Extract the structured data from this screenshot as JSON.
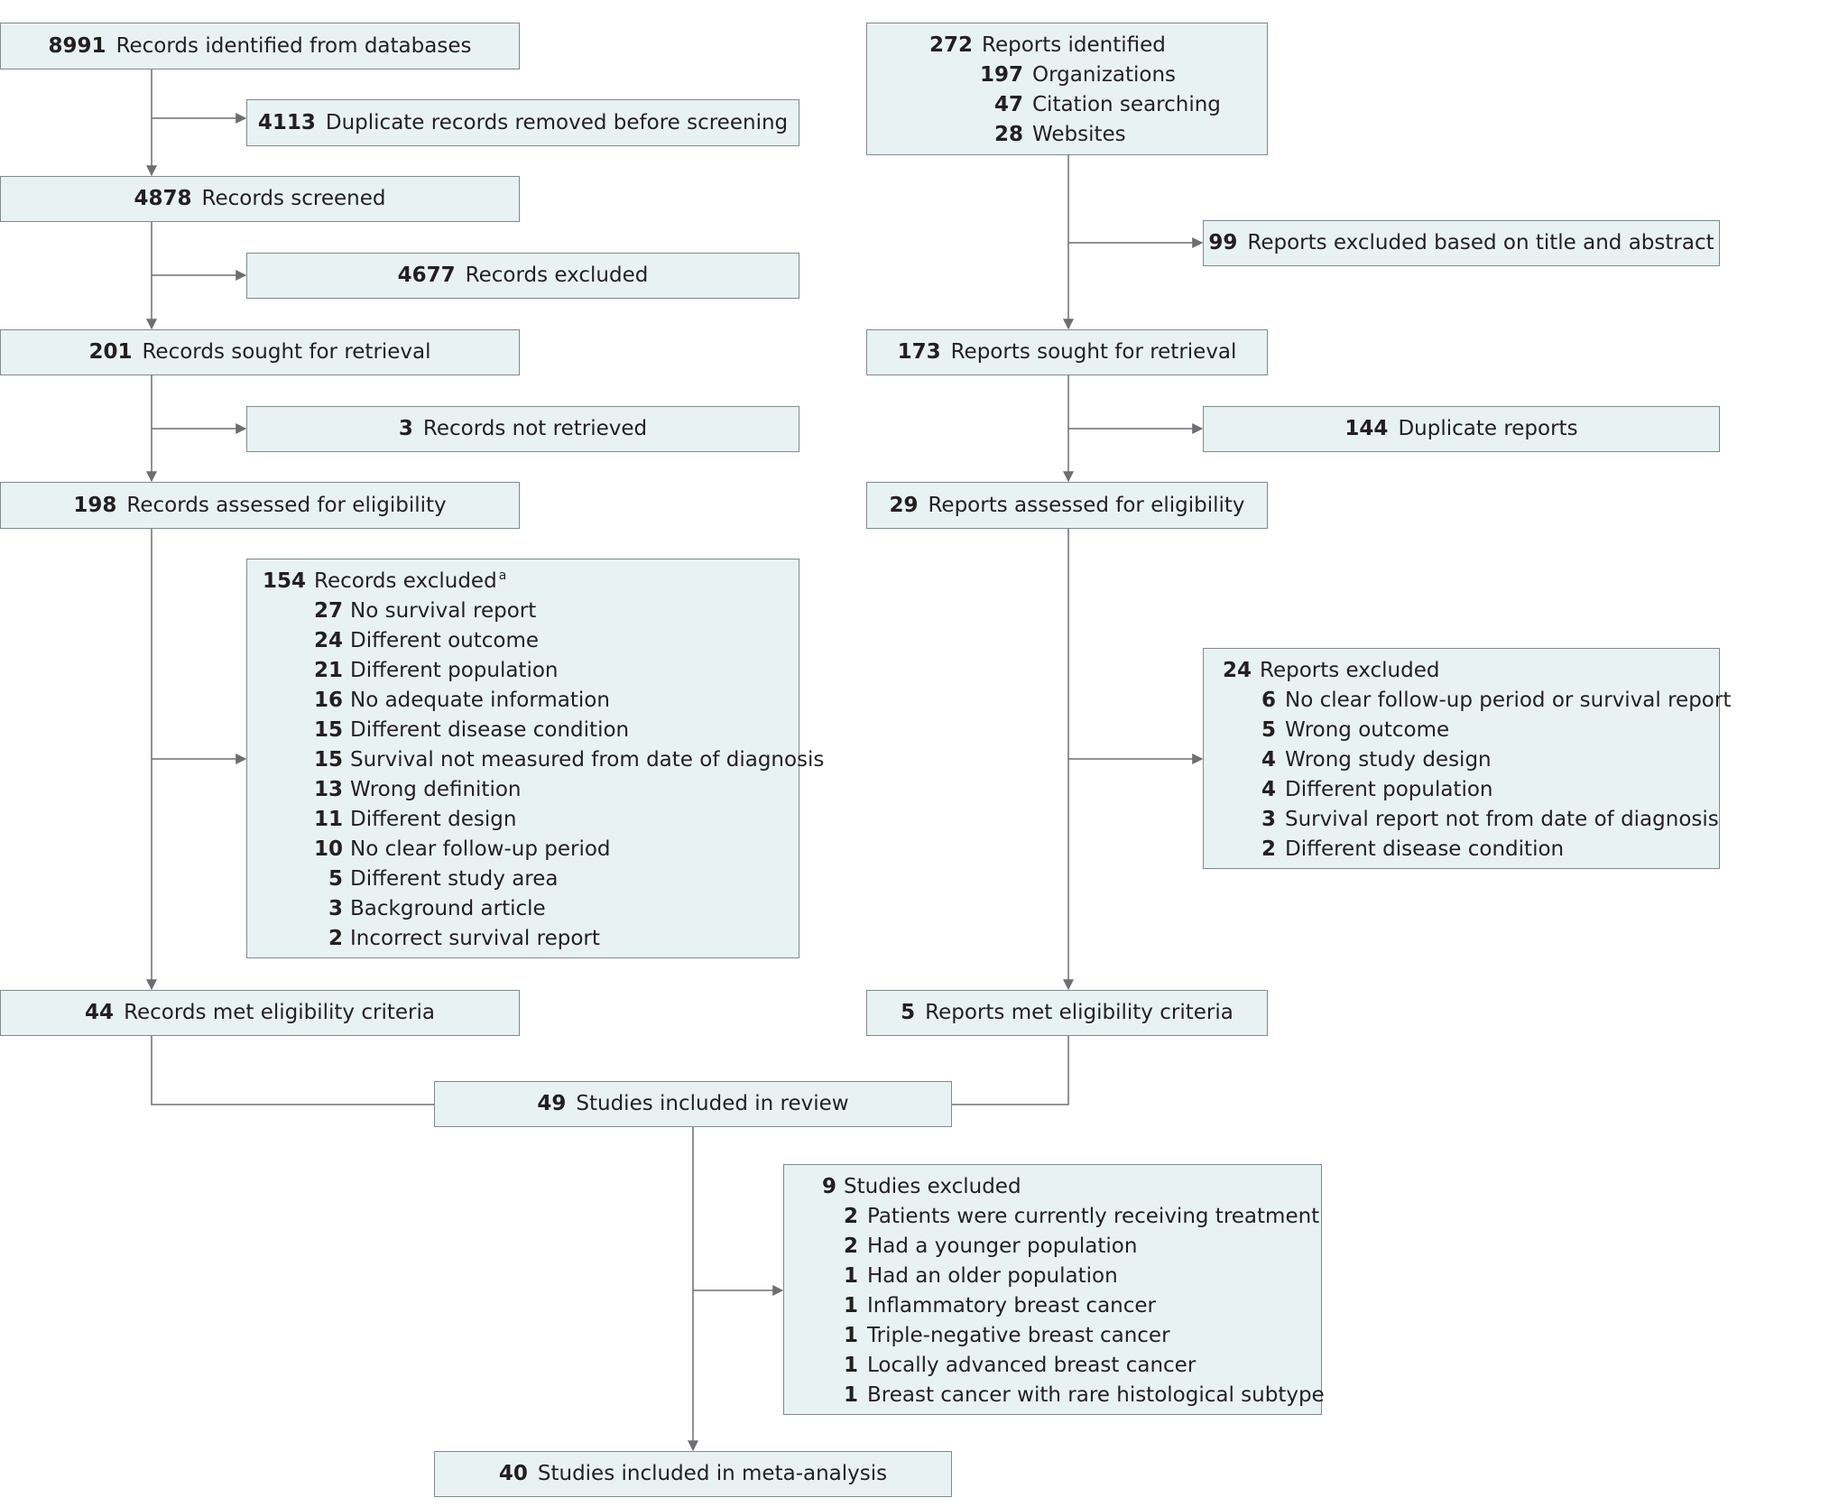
{
  "left": {
    "records_identified": {
      "count": "8991",
      "label": "Records identified from databases"
    },
    "duplicates_removed": {
      "count": "4113",
      "label": "Duplicate records removed before screening"
    },
    "records_screened": {
      "count": "4878",
      "label": "Records screened"
    },
    "records_excluded_screen": {
      "count": "4677",
      "label": "Records excluded"
    },
    "records_sought": {
      "count": "201",
      "label": "Records sought for retrieval"
    },
    "records_not_retrieved": {
      "count": "3",
      "label": "Records not retrieved"
    },
    "records_assessed": {
      "count": "198",
      "label": "Records assessed for eligibility"
    },
    "records_excluded_eligibility": {
      "count": "154",
      "label": "Records excluded",
      "footnote": "a",
      "items": [
        {
          "count": "27",
          "label": "No survival report"
        },
        {
          "count": "24",
          "label": "Different outcome"
        },
        {
          "count": "21",
          "label": "Different population"
        },
        {
          "count": "16",
          "label": "No adequate information"
        },
        {
          "count": "15",
          "label": "Different disease condition"
        },
        {
          "count": "15",
          "label": "Survival not measured from date of diagnosis"
        },
        {
          "count": "13",
          "label": "Wrong definition"
        },
        {
          "count": "11",
          "label": "Different design"
        },
        {
          "count": "10",
          "label": "No clear follow-up period"
        },
        {
          "count": "5",
          "label": "Different study area"
        },
        {
          "count": "3",
          "label": "Background article"
        },
        {
          "count": "2",
          "label": "Incorrect survival report"
        }
      ]
    },
    "records_met": {
      "count": "44",
      "label": "Records met eligibility criteria"
    }
  },
  "right": {
    "reports_identified": {
      "count": "272",
      "label": "Reports identified",
      "items": [
        {
          "count": "197",
          "label": "Organizations"
        },
        {
          "count": "47",
          "label": "Citation searching"
        },
        {
          "count": "28",
          "label": "Websites"
        }
      ]
    },
    "reports_excluded_title": {
      "count": "99",
      "label": "Reports excluded based on title and abstract"
    },
    "reports_sought": {
      "count": "173",
      "label": "Reports sought for retrieval"
    },
    "duplicate_reports": {
      "count": "144",
      "label": "Duplicate reports"
    },
    "reports_assessed": {
      "count": "29",
      "label": "Reports assessed for eligibility"
    },
    "reports_excluded": {
      "count": "24",
      "label": "Reports excluded",
      "items": [
        {
          "count": "6",
          "label": "No clear follow-up period or survival report"
        },
        {
          "count": "5",
          "label": "Wrong outcome"
        },
        {
          "count": "4",
          "label": "Wrong study design"
        },
        {
          "count": "4",
          "label": "Different population"
        },
        {
          "count": "3",
          "label": "Survival report not from date of diagnosis"
        },
        {
          "count": "2",
          "label": "Different disease condition"
        }
      ]
    },
    "reports_met": {
      "count": "5",
      "label": "Reports met eligibility criteria"
    }
  },
  "studies_included_review": {
    "count": "49",
    "label": "Studies included in review"
  },
  "studies_excluded": {
    "count": "9",
    "label": "Studies excluded",
    "items": [
      {
        "count": "2",
        "label": "Patients were currently receiving treatment"
      },
      {
        "count": "2",
        "label": "Had a younger population"
      },
      {
        "count": "1",
        "label": "Had an older population"
      },
      {
        "count": "1",
        "label": "Inflammatory breast cancer"
      },
      {
        "count": "1",
        "label": "Triple-negative breast cancer"
      },
      {
        "count": "1",
        "label": "Locally advanced breast cancer"
      },
      {
        "count": "1",
        "label": "Breast cancer with rare histological subtype"
      }
    ]
  },
  "studies_included_meta": {
    "count": "40",
    "label": "Studies included in meta-analysis"
  }
}
